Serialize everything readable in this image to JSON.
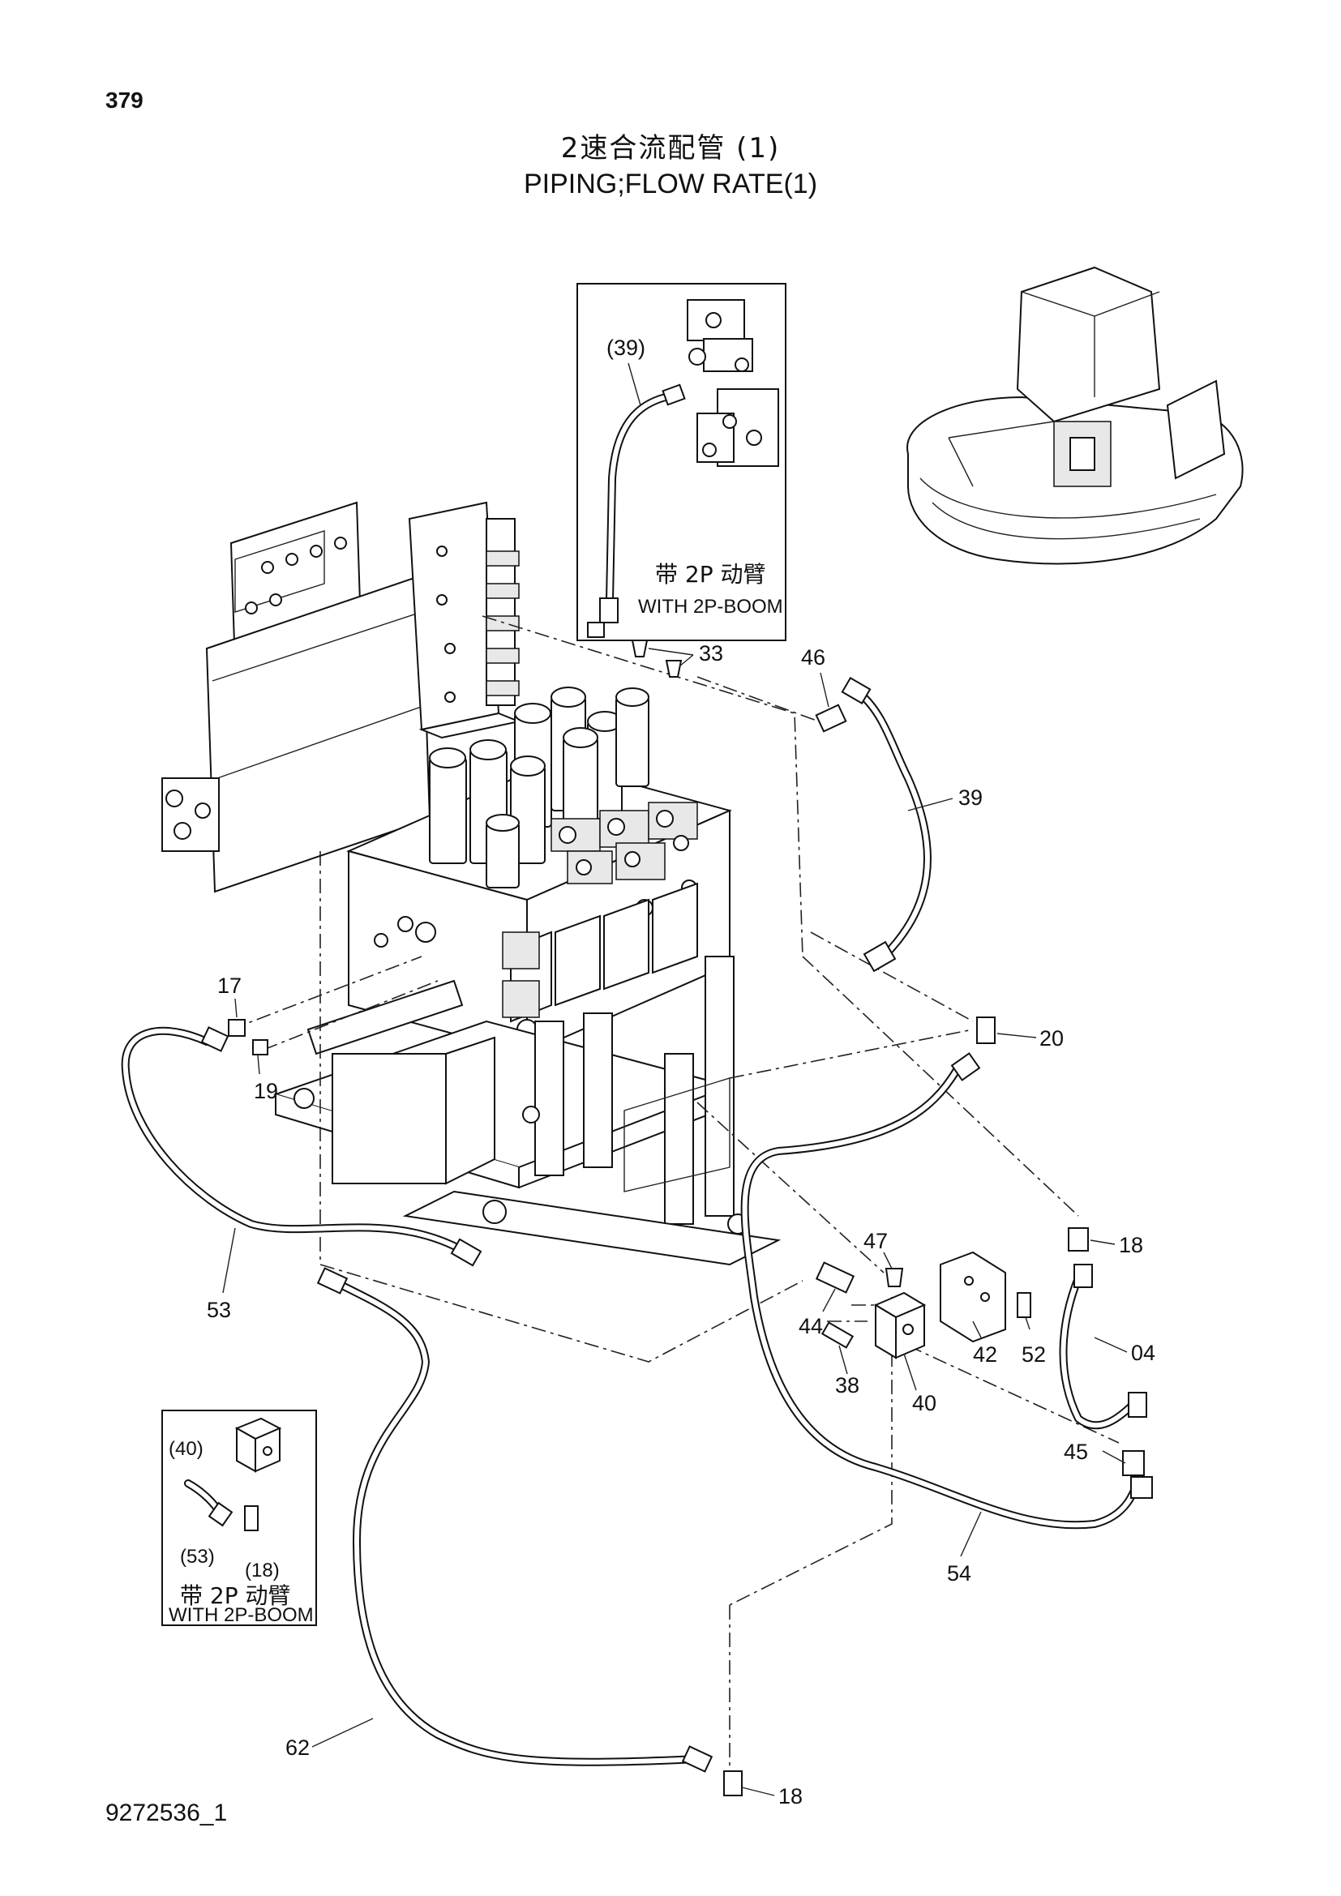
{
  "page_number": "379",
  "title_cn": "2速合流配管 (1)",
  "title_en": "PIPING;FLOW RATE(1)",
  "doc_id": "9272536_1",
  "inset_top": {
    "ref_label": "(39)",
    "note_cn": "带 2P 动臂",
    "note_en": "WITH 2P-BOOM"
  },
  "inset_bottom": {
    "ref_labels": [
      "(40)",
      "(53)",
      "(18)"
    ],
    "note_cn": "带 2P 动臂",
    "note_en": "WITH 2P-BOOM"
  },
  "callouts": [
    "33",
    "46",
    "39",
    "17",
    "19",
    "20",
    "18",
    "47",
    "44",
    "42",
    "52",
    "04",
    "38",
    "40",
    "45",
    "53",
    "54",
    "62",
    "18"
  ]
}
